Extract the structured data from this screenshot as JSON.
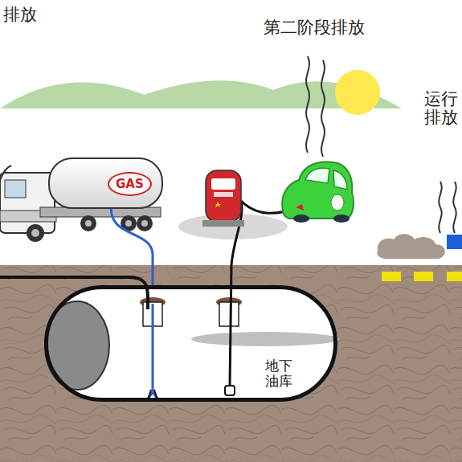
{
  "diagram": {
    "nodes": [
      {
        "text": [
          "GAS"
        ]
      },
      {
        "text": [
          "地下油库"
        ]
      }
    ],
    "edges": [
      {
        "from": 0,
        "to": 1,
        "arrow": "none"
      }
    ],
    "labels": [
      "排放",
      "第二阶段排放",
      "运行排放"
    ]
  }
}
